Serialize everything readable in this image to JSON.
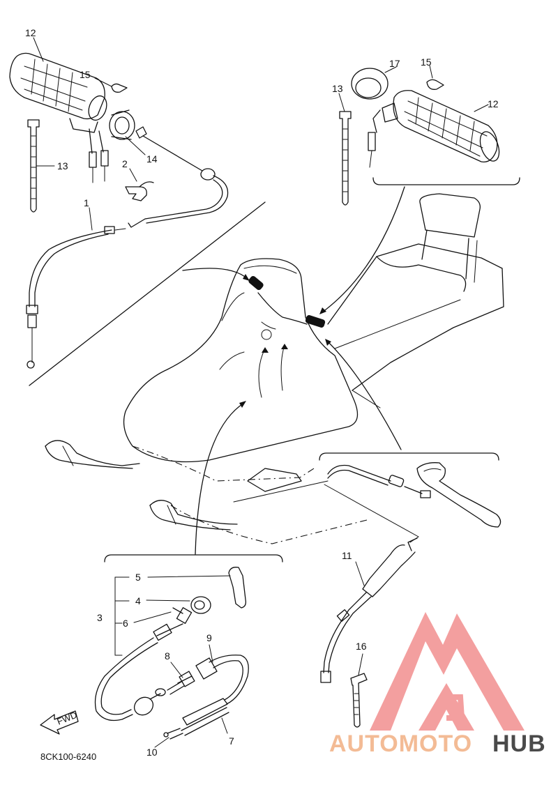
{
  "diagram": {
    "code": "8CK100-6240",
    "fwd_label": "FWD",
    "callouts": {
      "p1": "1",
      "p2": "2",
      "p3": "3",
      "p4": "4",
      "p5": "5",
      "p6": "6",
      "p7": "7",
      "p8": "8",
      "p9": "9",
      "p10": "10",
      "p11": "11",
      "p12_left": "12",
      "p12_right": "12",
      "p13_left": "13",
      "p13_right": "13",
      "p14": "14",
      "p15_left": "15",
      "p15_right": "15",
      "p16": "16",
      "p17": "17"
    }
  },
  "watermark": {
    "brand_part1": "AUTOMOTO",
    "brand_part2": "HUB",
    "colors": {
      "light": "#f2b48a",
      "dark": "#4a4a4a",
      "logo": "#f08080"
    }
  }
}
